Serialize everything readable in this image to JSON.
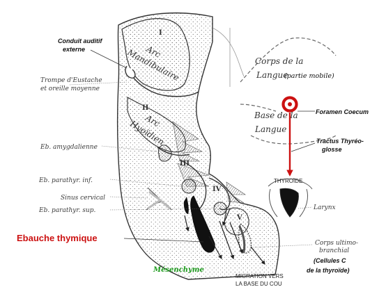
{
  "labels": {
    "conduit_auditif_1": "Conduit auditif",
    "conduit_auditif_2": "externe",
    "trompe_1": "Trompe d'Eustache",
    "trompe_2": "et oreille moyenne",
    "eb_amygdalienne": "Eb. amygdalienne",
    "eb_parathyr_inf": "Eb. parathyr. inf.",
    "sinus_cervical": "Sinus cervical",
    "eb_parathyr_sup": "Eb. parathyr. sup.",
    "ebauche_thymique": "Ebauche thymique",
    "mesenchyme": "Mésenchyme",
    "migration_1": "MIGRATION VERS",
    "migration_2": "LA BASE DU COU",
    "corps_langue_1": "Corps de la",
    "corps_langue_2": "Langue",
    "partie_mobile": "(partie mobile)",
    "base_langue_1": "Base de la",
    "base_langue_2": "Langue",
    "foramen_coecum": "Foramen Coecum",
    "tractus_1": "Tractus Thyréo-",
    "tractus_2": "glosse",
    "thyroide": "THYROÏDE",
    "larynx": "Larynx",
    "corps_ultimo_1": "Corps ultimo-",
    "corps_ultimo_2": "branchial",
    "cellules_c_1": "(Cellules C",
    "cellules_c_2": "de la thyroïde)"
  },
  "arches": {
    "arch1_num": "I",
    "arch1_a": "Arc",
    "arch1_b": "Mandibulaire",
    "arch2_num": "II",
    "arch2_a": "Arc",
    "arch2_b": "Hyoïdien",
    "arch3_num": "III",
    "arch4_num": "IV",
    "arch5_num": "V"
  },
  "colors": {
    "highlight_red": "#cc1111",
    "mesenchyme_green": "#1c9a1c",
    "ink": "#222222",
    "stipple": "#4a4a4a"
  }
}
